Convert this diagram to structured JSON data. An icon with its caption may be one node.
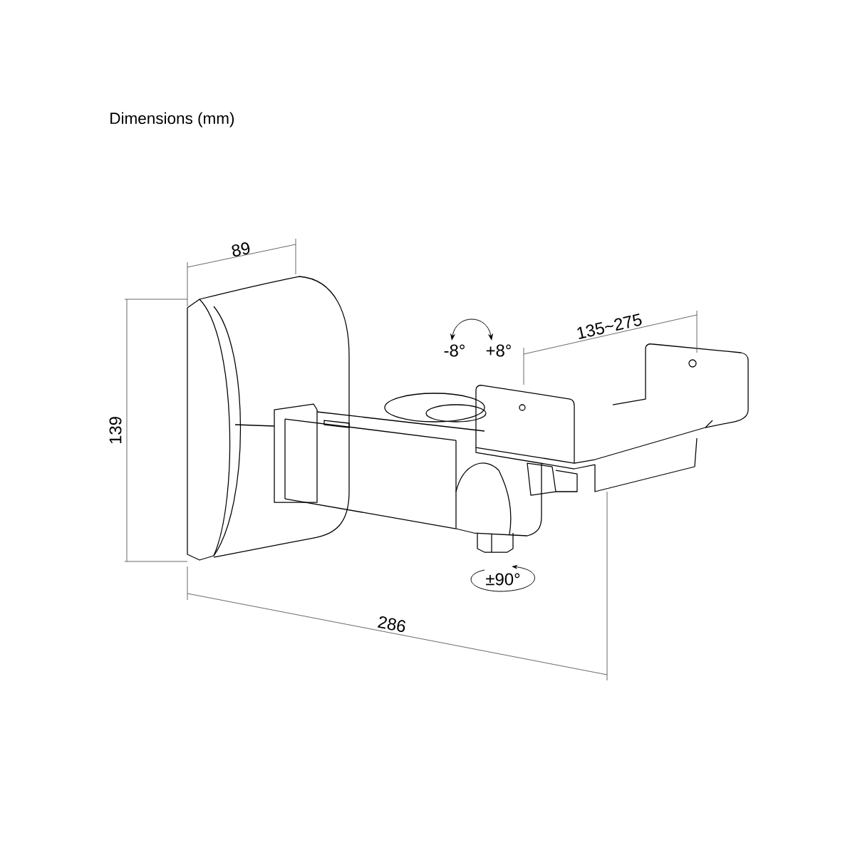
{
  "diagram": {
    "title": "Dimensions (mm)",
    "labels": [
      "89",
      "-8°",
      "+8°",
      "135~275",
      "139",
      "±90°",
      "286"
    ]
  }
}
